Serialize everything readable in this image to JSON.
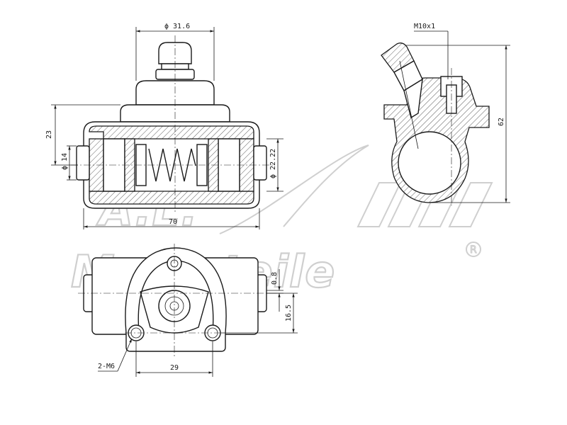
{
  "watermark": {
    "logo_text": "A.L.",
    "brand_text": "Motorteile",
    "registered_mark": "R"
  },
  "top_view": {
    "dims": {
      "bore_dia": "ϕ 31.6",
      "height": "23",
      "outlet_dia": "ϕ 14",
      "piston_dia": "ϕ 22.22",
      "length": "70"
    }
  },
  "side_view": {
    "dims": {
      "thread": "M10x1",
      "height": "62"
    }
  },
  "front_view": {
    "dims": {
      "offset": "0.8",
      "hole_height": "16.5",
      "hole_spacing": "29",
      "holes": "2-M6"
    }
  }
}
